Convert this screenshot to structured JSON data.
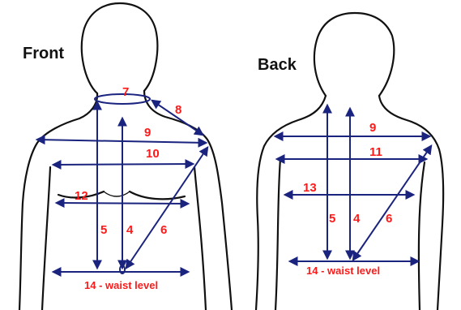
{
  "front": {
    "title": "Front",
    "labels": {
      "m7": "7",
      "m8": "8",
      "m9": "9",
      "m10": "10",
      "m12": "12",
      "m5": "5",
      "m4": "4",
      "m6": "6",
      "m14": "14 - waist level"
    }
  },
  "back": {
    "title": "Back",
    "labels": {
      "m9": "9",
      "m11": "11",
      "m13": "13",
      "m5": "5",
      "m4": "4",
      "m6": "6",
      "m14": "14 - waist level"
    }
  },
  "colors": {
    "label": "#ff1a1a",
    "arrow": "#1a237e",
    "outline": "#111111"
  }
}
